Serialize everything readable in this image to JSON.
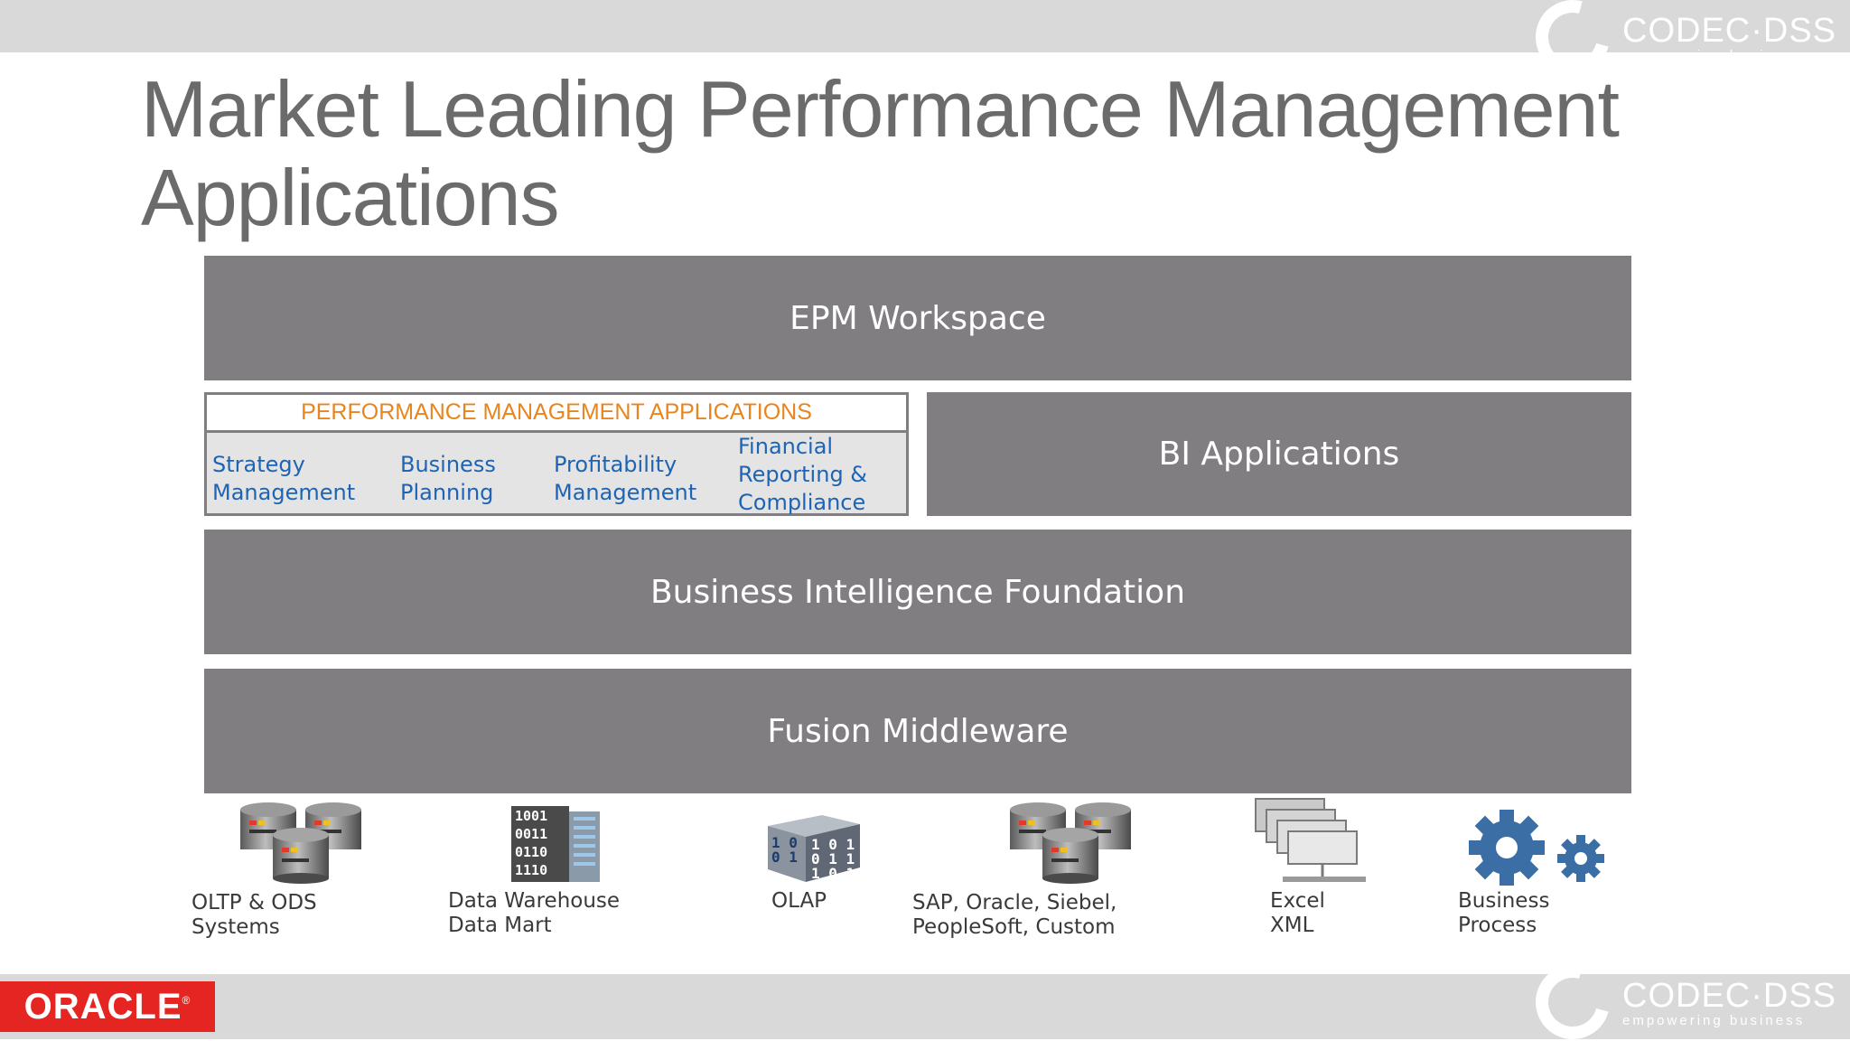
{
  "slide": {
    "title_line1": "Market Leading Performance Management",
    "title_line2": "Applications"
  },
  "branding": {
    "codec_name": "CODEC·DSS",
    "codec_tagline": "empowering business",
    "oracle_name": "ORACLE",
    "oracle_mark": "®"
  },
  "stack": {
    "epm_workspace": "EPM Workspace",
    "bi_applications": "BI Applications",
    "bi_foundation": "Business Intelligence Foundation",
    "fusion_middleware": "Fusion Middleware"
  },
  "pm_applications": {
    "header": "PERFORMANCE MANAGEMENT APPLICATIONS",
    "items": [
      {
        "label": "Strategy\nManagement"
      },
      {
        "label": "Business\nPlanning"
      },
      {
        "label": "Profitability\nManagement"
      },
      {
        "label": "Financial\nReporting &\nCompliance"
      }
    ]
  },
  "sources": [
    {
      "label": "OLTP & ODS\nSystems",
      "icon": "database-cluster-icon"
    },
    {
      "label": "Data Warehouse\nData Mart",
      "icon": "binary-building-icon"
    },
    {
      "label": "OLAP",
      "icon": "binary-cube-icon"
    },
    {
      "label": "SAP, Oracle, Siebel,\nPeopleSoft, Custom",
      "icon": "database-cluster-icon"
    },
    {
      "label": "Excel\nXML",
      "icon": "documents-stack-icon"
    },
    {
      "label": "Business\nProcess",
      "icon": "gears-icon"
    }
  ],
  "colors": {
    "block_gray": "#807e81",
    "header_orange": "#e8851e",
    "app_blue": "#1d64b4",
    "oracle_red": "#e52521",
    "gear_blue": "#3a6ea5"
  }
}
